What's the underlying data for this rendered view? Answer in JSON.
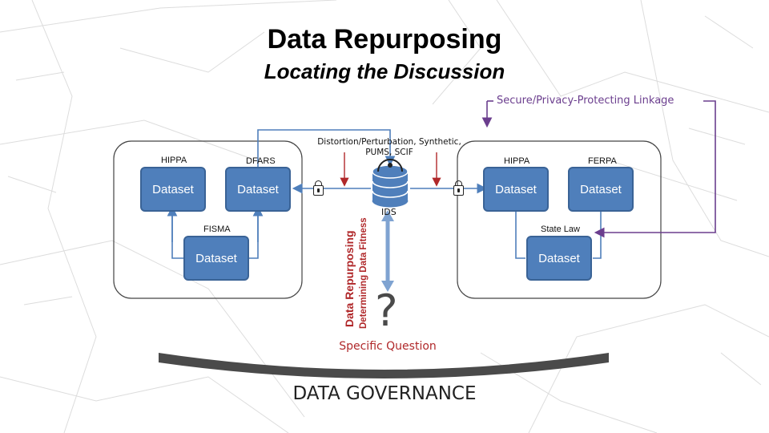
{
  "header": {
    "title": "Data Repurposing",
    "subtitle": "Locating the Discussion"
  },
  "left_group": {
    "labels": {
      "hippa": "HIPPA",
      "dfars": "DFARS",
      "fisma": "FISMA"
    },
    "datasets": [
      "Dataset",
      "Dataset",
      "Dataset"
    ]
  },
  "right_group": {
    "labels": {
      "hippa": "HIPPA",
      "ferpa": "FERPA",
      "state_law": "State Law"
    },
    "datasets": [
      "Dataset",
      "Dataset",
      "Dataset"
    ]
  },
  "center": {
    "distortion_line1": "Distortion/Perturbation, Synthetic,",
    "distortion_line2": "PUMS, SCIF",
    "ids": "IDS",
    "question_mark": "?",
    "specific_question": "Specific Question",
    "vertical_title": "Data Repurposing",
    "vertical_subtitle": "Determining Data Fitness"
  },
  "linkage": "Secure/Privacy-Protecting Linkage",
  "footer": "DATA GOVERNANCE",
  "colors": {
    "dataset_fill": "#4f7fbb",
    "dataset_border": "#3a6396",
    "linkage_line": "#6b3e8e",
    "distortion_arrow": "#b0282a",
    "connector": "#4f7fbb"
  }
}
